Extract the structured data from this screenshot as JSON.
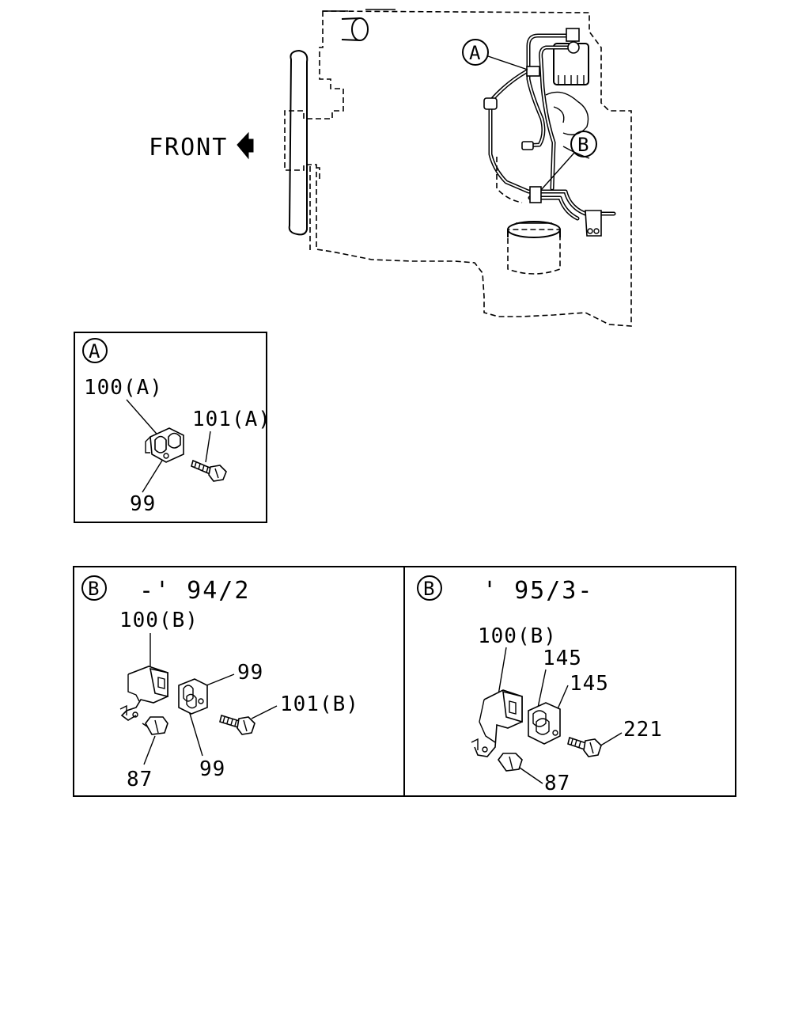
{
  "front_label": "FRONT",
  "callouts": {
    "main_a": "A",
    "main_b": "B"
  },
  "detail_a": {
    "marker": "A",
    "labels": [
      "100(A)",
      "101(A)",
      "99"
    ]
  },
  "detail_b1": {
    "marker": "B",
    "period": "-' 94/2",
    "labels": [
      "100(B)",
      "99",
      "101(B)",
      "87",
      "99"
    ]
  },
  "detail_b2": {
    "marker": "B",
    "period": "' 95/3-",
    "labels": [
      "100(B)",
      "145",
      "145",
      "221",
      "87"
    ]
  },
  "icons": [
    "front-arrow-icon",
    "engine-outline",
    "pipe-clip-icon",
    "bolt-icon",
    "bracket-icon"
  ]
}
